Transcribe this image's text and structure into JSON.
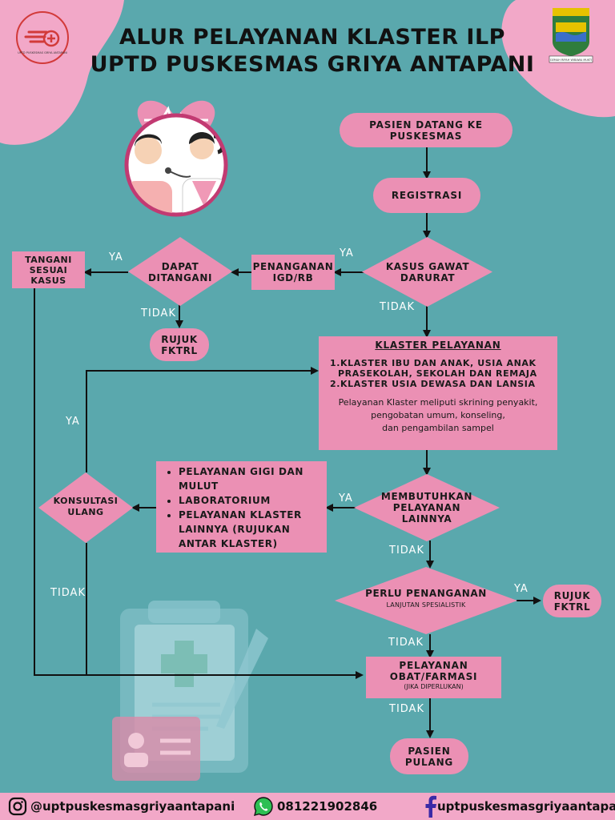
{
  "header": {
    "title_line1": "ALUR PELAYANAN KLASTER ILP",
    "title_line2": "UPTD PUSKESMAS GRIYA ANTAPANI"
  },
  "logos": {
    "left": {
      "name": "puskesmas-logo-icon",
      "caption": "UPTD PUSKESMAS GRIYA ANTAPANI"
    },
    "right": {
      "name": "city-crest-icon",
      "caption": "GEMAH RIPAH WIBAWA MUKTI"
    }
  },
  "flow": {
    "start": "PASIEN DATANG KE PUSKESMAS",
    "registration": "REGISTRASI",
    "emergency": "KASUS GAWAT DARURAT",
    "igd": "PENANGANAN IGD/RB",
    "can_handle": "DAPAT DITANGANI",
    "handled": "TANGANI SESUAI KASUS",
    "refer1": "RUJUK FKTRL",
    "cluster": {
      "title": "KLASTER PELAYANAN",
      "item1_line1": "1.KLASTER IBU DAN ANAK, USIA ANAK",
      "item1_line2": "PRASEKOLAH, SEKOLAH DAN REMAJA",
      "item2": "2.KLASTER USIA DEWASA DAN LANSIA",
      "note_line1": "Pelayanan Klaster meliputi skrining penyakit,",
      "note_line2": "pengobatan umum, konseling,",
      "note_line3": "dan pengambilan sampel"
    },
    "other_services": "MEMBUTUHKAN PELAYANAN LAINNYA",
    "services_list": [
      "PELAYANAN GIGI DAN MULUT",
      "LABORATORIUM",
      "PELAYANAN KLASTER LAINNYA (RUJUKAN ANTAR KLASTER)"
    ],
    "reconsult": "KONSULTASI ULANG",
    "specialist_line1": "PERLU PENANGANAN",
    "specialist_line2": "LANJUTAN SPESIALISTIK",
    "refer2": "RUJUK FKTRL",
    "pharmacy_line1": "PELAYANAN",
    "pharmacy_line2": "OBAT/FARMASI",
    "pharmacy_note": "(JIKA DIPERLUKAN)",
    "end": "PASIEN PULANG"
  },
  "labels": {
    "ya": "YA",
    "tidak": "TIDAK"
  },
  "footer": {
    "instagram": "@uptpuskesmasgriyaantapani",
    "phone": "081221902846",
    "facebook": "uptpuskesmasgriyaantapani"
  },
  "colors": {
    "background": "#5aa8ad",
    "node": "#eb90b4",
    "blob": "#f2a8c8",
    "text": "#1a1a1a"
  }
}
